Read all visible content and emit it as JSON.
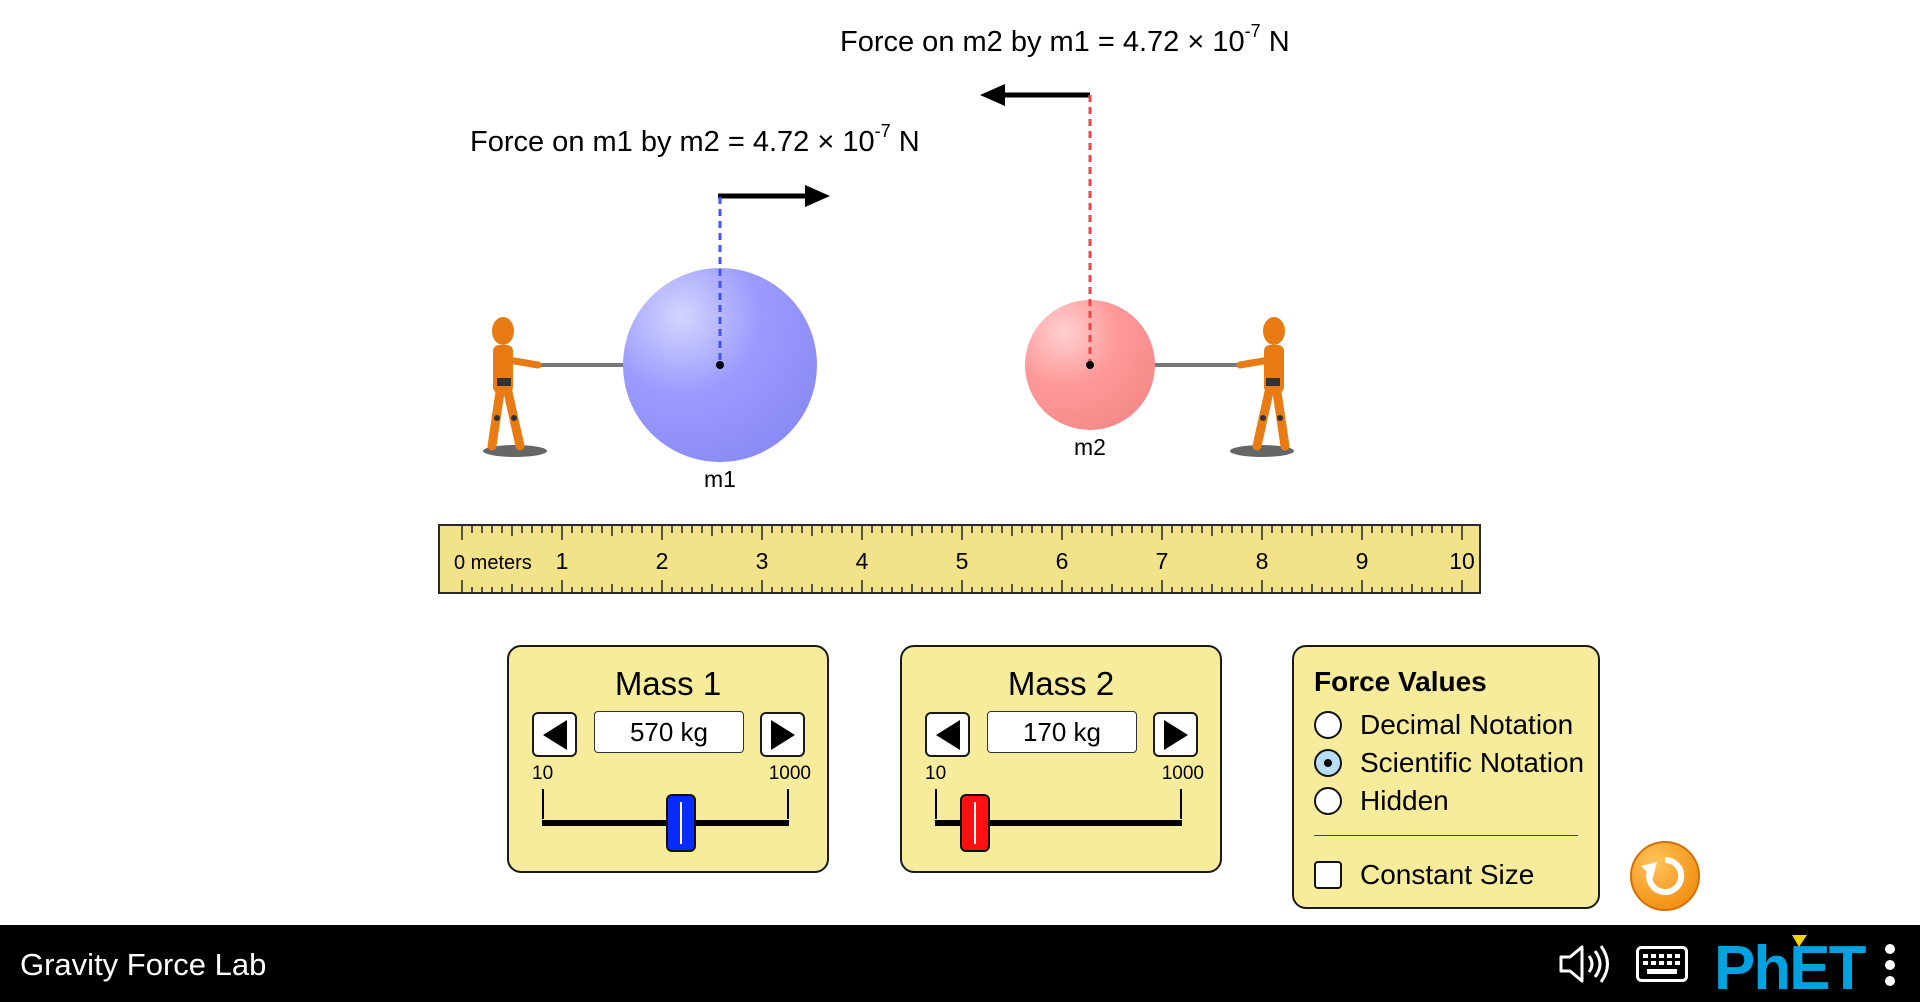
{
  "forces": {
    "m2_by_m1": {
      "prefix": "Force on m2 by m1 = 4.72 × 10",
      "exponent": "-7",
      "unit": " N"
    },
    "m1_by_m2": {
      "prefix": "Force on m1 by m2 = 4.72 × 10",
      "exponent": "-7",
      "unit": " N"
    }
  },
  "objects": {
    "m1": {
      "label": "m1",
      "color": "#9b9bff"
    },
    "m2": {
      "label": "m2",
      "color": "#ff9a9a"
    }
  },
  "ruler": {
    "unit_label": "0 meters",
    "tick_labels": [
      "1",
      "2",
      "3",
      "4",
      "5",
      "6",
      "7",
      "8",
      "9",
      "10"
    ]
  },
  "mass1_panel": {
    "title": "Mass 1",
    "value": "570 kg",
    "min_label": "10",
    "max_label": "1000",
    "slider_fraction": 0.5657,
    "thumb_color": "#0a2bff"
  },
  "mass2_panel": {
    "title": "Mass 2",
    "value": "170 kg",
    "min_label": "10",
    "max_label": "1000",
    "slider_fraction": 0.1616,
    "thumb_color": "#ff1010"
  },
  "force_values_panel": {
    "title": "Force Values",
    "options": [
      {
        "label": "Decimal Notation",
        "selected": false
      },
      {
        "label": "Scientific Notation",
        "selected": true
      },
      {
        "label": "Hidden",
        "selected": false
      }
    ],
    "constant_size_label": "Constant Size",
    "constant_size_checked": false
  },
  "navbar": {
    "sim_title": "Gravity Force Lab",
    "sound_icon": "speaker-icon",
    "keyboard_icon": "keyboard-icon",
    "brand": "PhET",
    "menu_icon": "vertical-ellipsis-icon"
  },
  "colors": {
    "panel_bg": "#f7ec9b",
    "ruler_bg": "#f2e28a",
    "m1_guide": "#4455ee",
    "m2_guide": "#ee4444",
    "reset_orange": "#f7941d",
    "phet_blue": "#00a1e0",
    "phet_yellow": "#f5d300"
  }
}
